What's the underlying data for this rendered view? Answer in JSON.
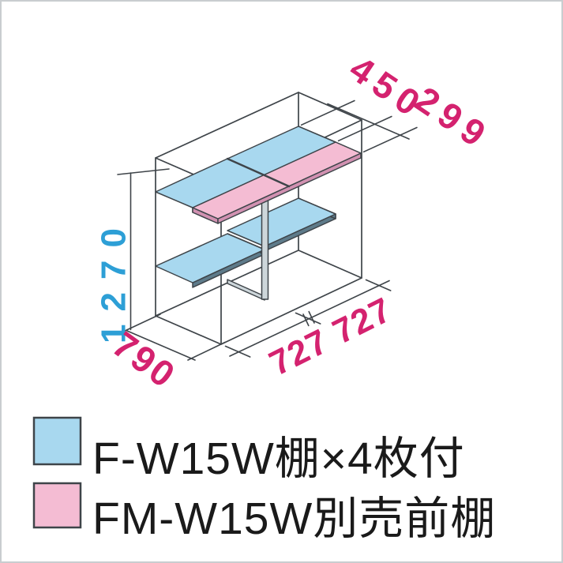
{
  "colors": {
    "shelf_blue": "#A8D8EF",
    "shelf_blue_edge": "#5E7B8A",
    "shelf_pink": "#F4BCD3",
    "shelf_pink_edge": "#D191B1",
    "line": "#3E4449",
    "dim_blue": "#2D9FD6",
    "dim_magenta": "#D4226F",
    "post_fill": "#CDD6DA",
    "legend_text": "#1A1A1A",
    "frame_border": "#C9CDD0"
  },
  "dimensions": {
    "height": "1270",
    "depth": "790",
    "width": "727 727",
    "shelf_depth": "450",
    "front_shelf_depth": "299"
  },
  "legend": {
    "items": [
      {
        "id": "included-shelf",
        "swatch": "blue",
        "label": "F-W15W棚×4枚付"
      },
      {
        "id": "optional-front-shelf",
        "swatch": "pink",
        "label": "FM-W15W別売前棚"
      }
    ]
  }
}
